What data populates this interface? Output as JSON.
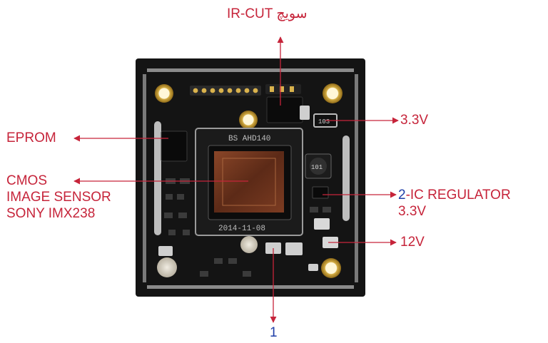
{
  "colors": {
    "label": "#c6243a",
    "label_accent": "#1f3fa8",
    "arrow": "#c6243a",
    "board": "#141414",
    "sensor": "#7a3a22"
  },
  "labels": {
    "ir_cut": "IR-CUT سويچ",
    "eprom": "EPROM",
    "cmos": [
      "CMOS",
      "IMAGE SENSOR",
      "SONY IMX238"
    ],
    "v33_top": "3.3V",
    "regulator_num": "2",
    "regulator_text": "-IC REGULATOR",
    "regulator_v": "3.3V",
    "v12": "12V",
    "one": "1"
  },
  "board": {
    "chip_text": "BS AHD140",
    "date": "2014-11-08",
    "inductor_text": "101",
    "ic_text": "103"
  }
}
